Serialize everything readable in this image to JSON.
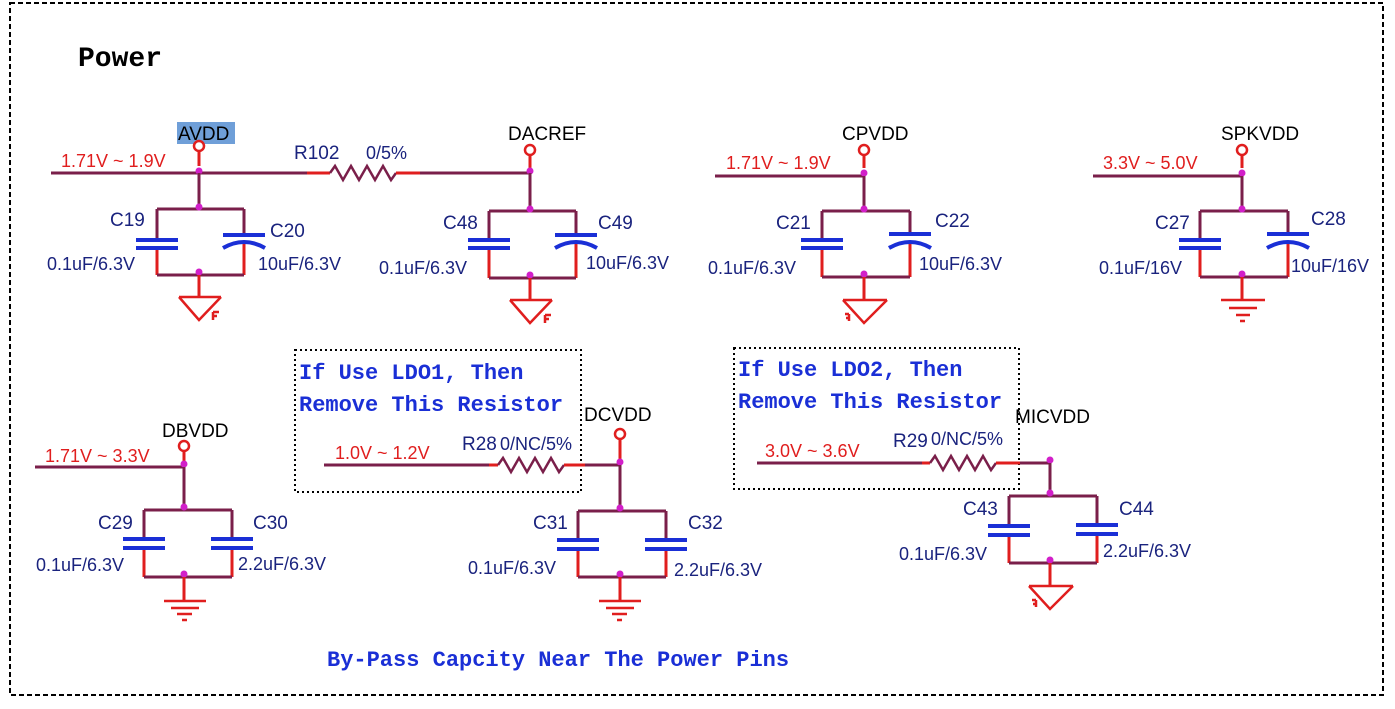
{
  "title": "Power",
  "footer": "By-Pass Capcity Near The Power Pins",
  "notes": {
    "ldo1": [
      "If Use LDO1, Then",
      "Remove This Resistor"
    ],
    "ldo2": [
      "If Use LDO2, Then",
      "Remove This Resistor"
    ]
  },
  "nets": {
    "avdd": {
      "name": "AVDD",
      "voltage": "1.71V ~ 1.9V"
    },
    "dacref": {
      "name": "DACREF"
    },
    "cpvdd": {
      "name": "CPVDD",
      "voltage": "1.71V ~ 1.9V"
    },
    "spkvdd": {
      "name": "SPKVDD",
      "voltage": "3.3V ~ 5.0V"
    },
    "dbvdd": {
      "name": "DBVDD",
      "voltage": "1.71V ~ 3.3V"
    },
    "dcvdd": {
      "name": "DCVDD",
      "voltage": "1.0V ~ 1.2V"
    },
    "micvdd": {
      "name": "MICVDD",
      "voltage": "3.0V ~ 3.6V"
    }
  },
  "resistors": {
    "r102": {
      "ref": "R102",
      "value": "0/5%"
    },
    "r28": {
      "ref": "R28",
      "value": "0/NC/5%"
    },
    "r29": {
      "ref": "R29",
      "value": "0/NC/5%"
    }
  },
  "capacitors": {
    "c19": {
      "ref": "C19",
      "value": "0.1uF/6.3V"
    },
    "c20": {
      "ref": "C20",
      "value": "10uF/6.3V"
    },
    "c48": {
      "ref": "C48",
      "value": "0.1uF/6.3V"
    },
    "c49": {
      "ref": "C49",
      "value": "10uF/6.3V"
    },
    "c21": {
      "ref": "C21",
      "value": "0.1uF/6.3V"
    },
    "c22": {
      "ref": "C22",
      "value": "10uF/6.3V"
    },
    "c27": {
      "ref": "C27",
      "value": "0.1uF/16V"
    },
    "c28": {
      "ref": "C28",
      "value": "10uF/16V"
    },
    "c29": {
      "ref": "C29",
      "value": "0.1uF/6.3V"
    },
    "c30": {
      "ref": "C30",
      "value": "2.2uF/6.3V"
    },
    "c31": {
      "ref": "C31",
      "value": "0.1uF/6.3V"
    },
    "c32": {
      "ref": "C32",
      "value": "2.2uF/6.3V"
    },
    "c43": {
      "ref": "C43",
      "value": "0.1uF/6.3V"
    },
    "c44": {
      "ref": "C44",
      "value": "2.2uF/6.3V"
    }
  },
  "colors": {
    "wire": "#7a1f4a",
    "supply_segment": "#e01e1e",
    "capacitor": "#1a2fd6",
    "junction": "#d21fc9",
    "highlight": "#6f9fd8"
  }
}
